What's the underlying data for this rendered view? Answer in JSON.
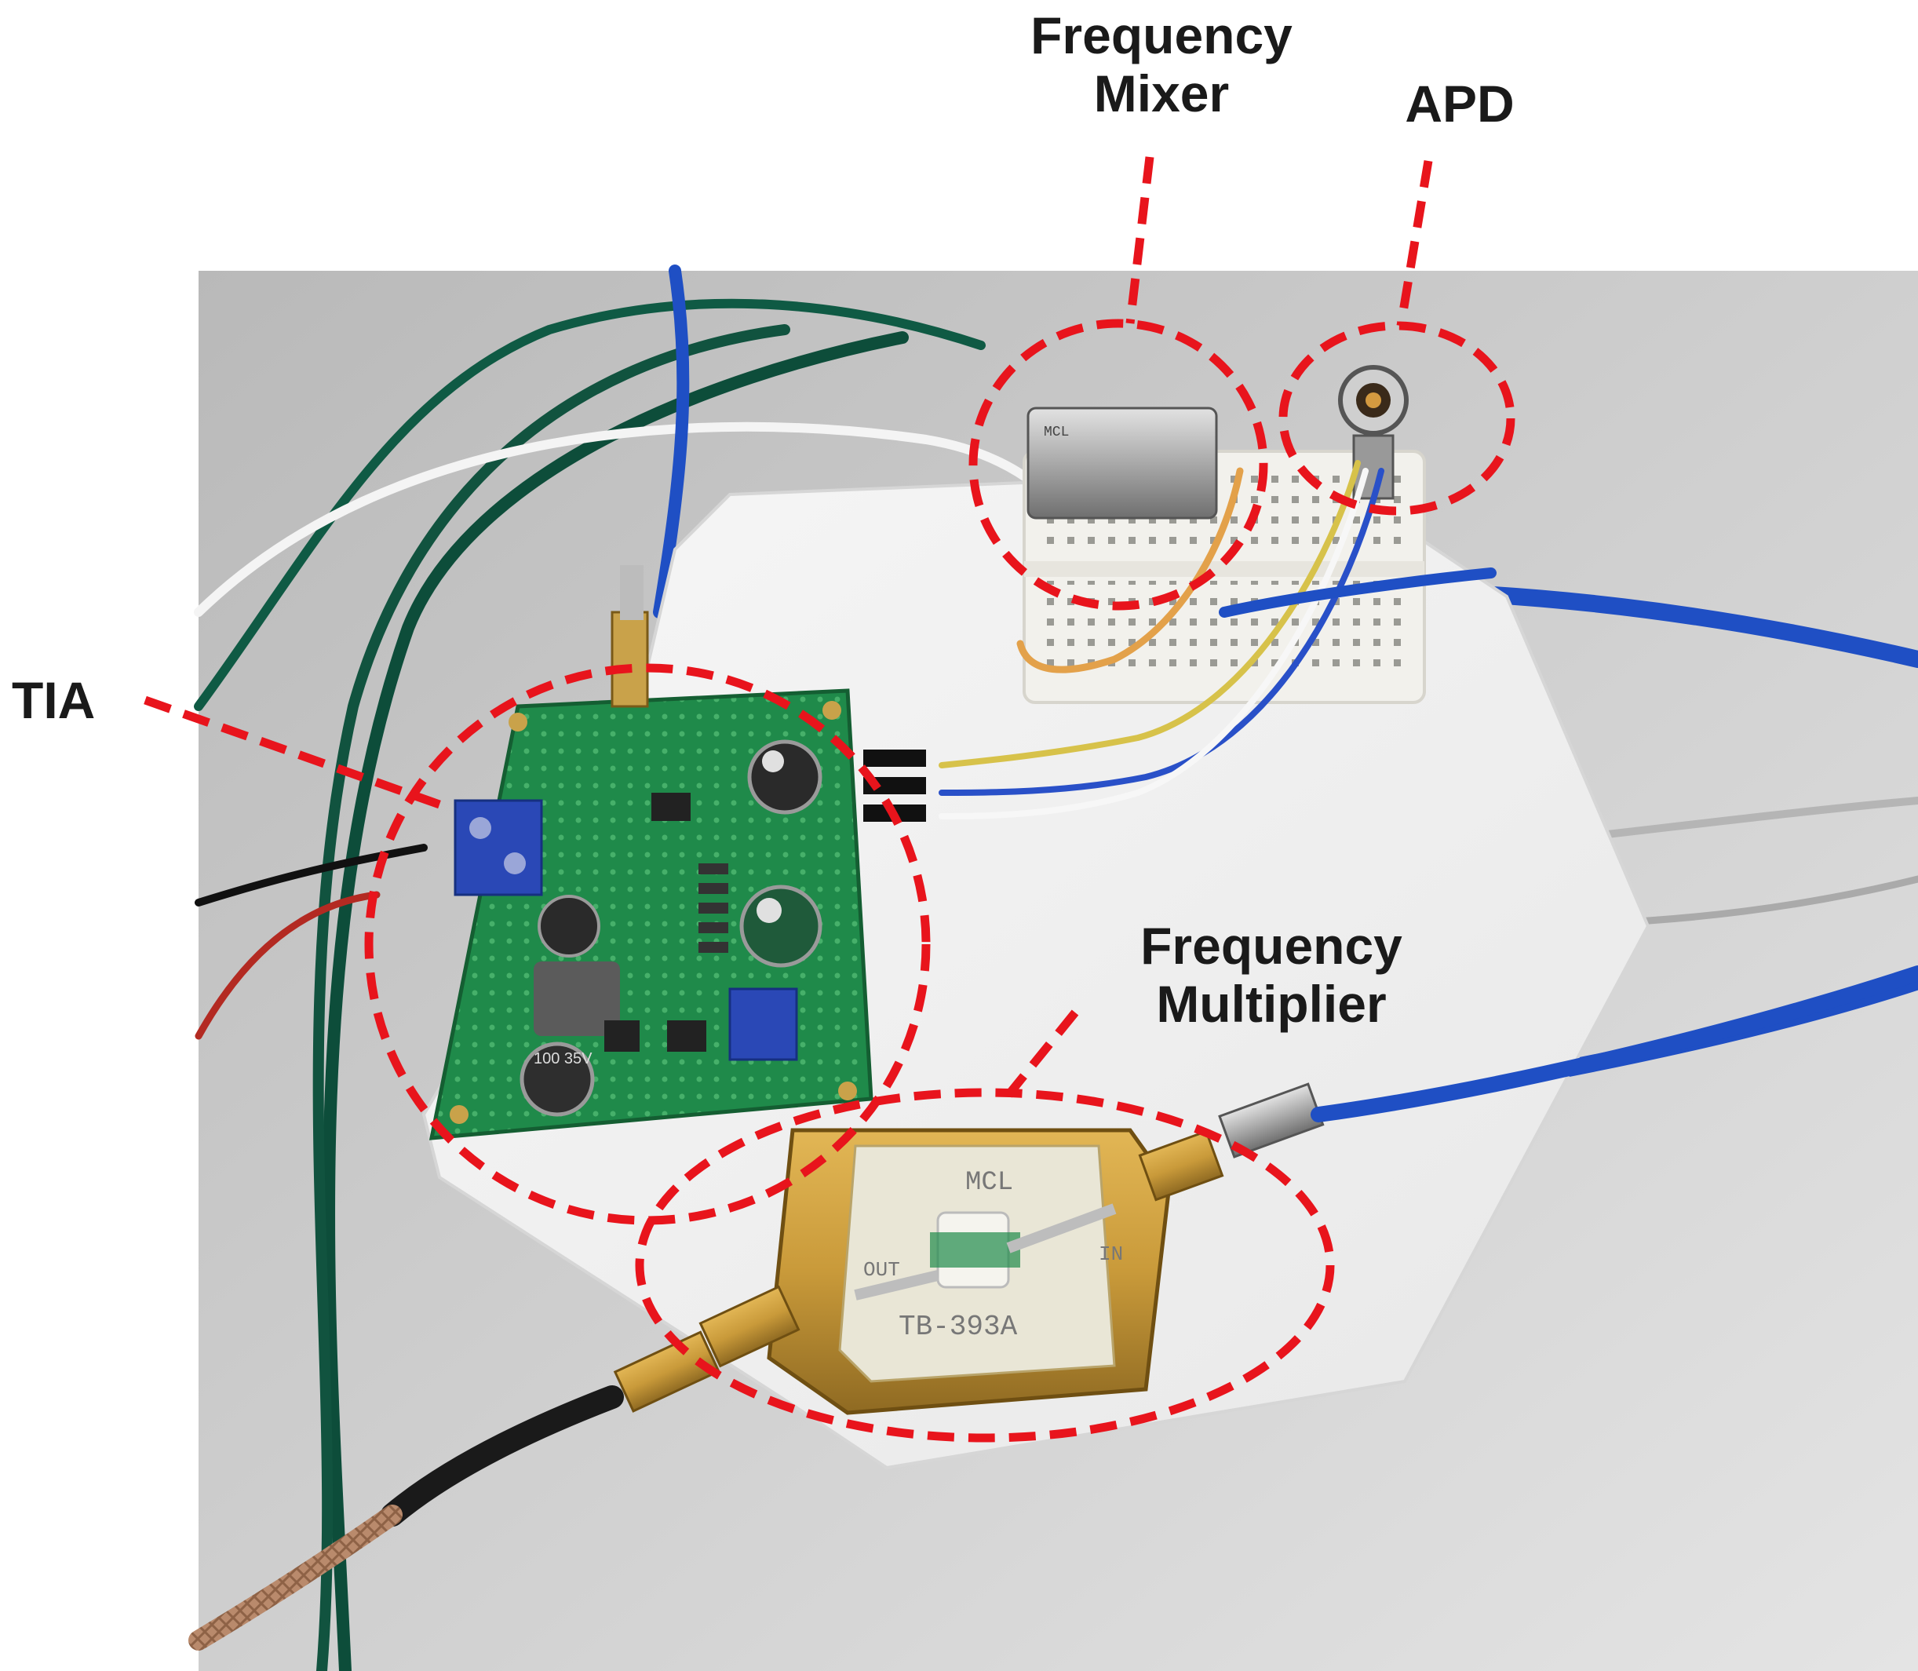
{
  "labels": {
    "frequency_mixer": [
      "Frequency",
      "Mixer"
    ],
    "apd": "APD",
    "tia": "TIA",
    "frequency_multiplier": [
      "Frequency",
      "Multiplier"
    ]
  },
  "component_markings": {
    "board_text_1": "MCL",
    "board_text_out": "OUT",
    "board_text_in": "IN",
    "board_text_model": "TB-393A",
    "capacitor_text": "100 35V"
  },
  "colors": {
    "annotation": "#e8141c",
    "pcb": "#1f8a4a",
    "breadboard": "#f2f1ec",
    "brass": "#c99a3a",
    "cable_blue": "#1f4fc4",
    "background_bench": "#c9c9c9"
  }
}
